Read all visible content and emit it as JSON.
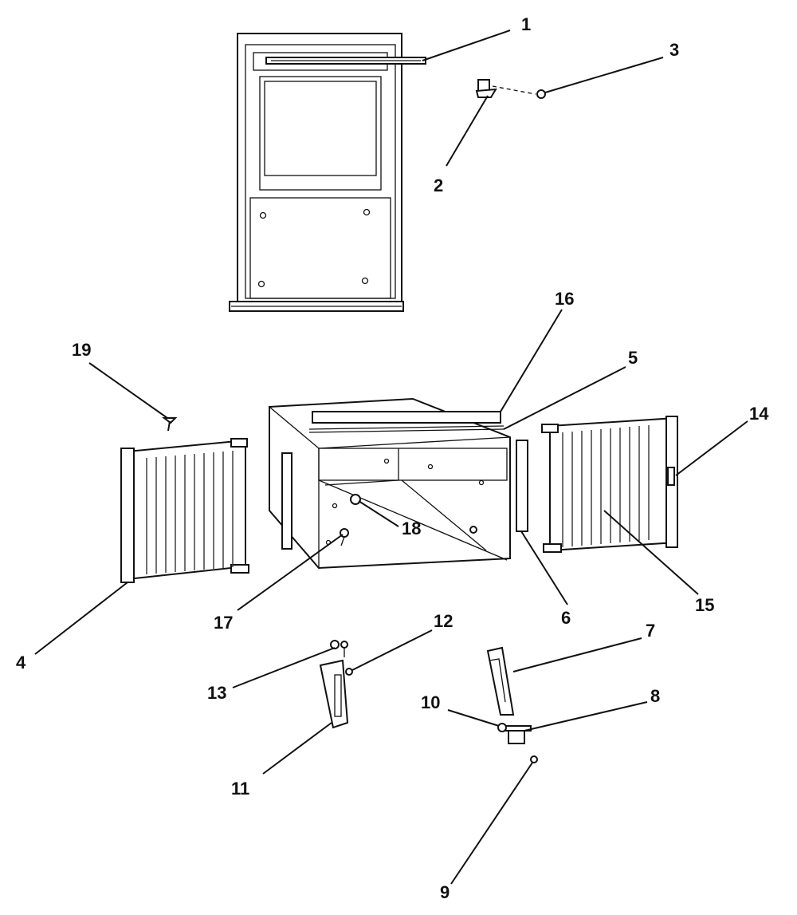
{
  "diagram": {
    "callouts": [
      {
        "id": "1",
        "text": "1"
      },
      {
        "id": "2",
        "text": "2"
      },
      {
        "id": "3",
        "text": "3"
      },
      {
        "id": "4",
        "text": "4"
      },
      {
        "id": "5",
        "text": "5"
      },
      {
        "id": "6",
        "text": "6"
      },
      {
        "id": "7",
        "text": "7"
      },
      {
        "id": "8",
        "text": "8"
      },
      {
        "id": "9",
        "text": "9"
      },
      {
        "id": "10",
        "text": "10"
      },
      {
        "id": "11",
        "text": "11"
      },
      {
        "id": "12",
        "text": "12"
      },
      {
        "id": "13",
        "text": "13"
      },
      {
        "id": "14",
        "text": "14"
      },
      {
        "id": "15",
        "text": "15"
      },
      {
        "id": "16",
        "text": "16"
      },
      {
        "id": "17",
        "text": "17"
      },
      {
        "id": "18",
        "text": "18"
      },
      {
        "id": "19",
        "text": "19"
      }
    ],
    "colors": {
      "line": "#111111",
      "background": "#ffffff"
    }
  }
}
